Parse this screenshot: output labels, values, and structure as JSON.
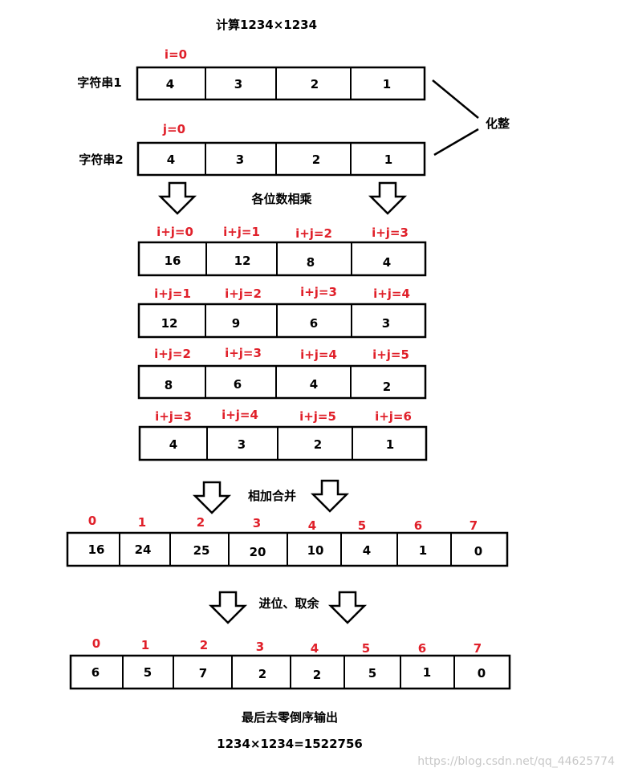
{
  "title": "计算1234×1234",
  "strings": [
    {
      "label": "字符串1",
      "index_label": "i=0",
      "cells": [
        "4",
        "3",
        "2",
        "1"
      ]
    },
    {
      "label": "字符串2",
      "index_label": "j=0",
      "cells": [
        "4",
        "3",
        "2",
        "1"
      ]
    }
  ],
  "convert_label": "化整",
  "step1_label": "各位数相乘",
  "products": [
    {
      "labels": [
        "i+j=0",
        "i+j=1",
        "i+j=2",
        "i+j=3"
      ],
      "cells": [
        "16",
        "12",
        "8",
        "4"
      ]
    },
    {
      "labels": [
        "i+j=1",
        "i+j=2",
        "i+j=3",
        "i+j=4"
      ],
      "cells": [
        "12",
        "9",
        "6",
        "3"
      ]
    },
    {
      "labels": [
        "i+j=2",
        "i+j=3",
        "i+j=4",
        "i+j=5"
      ],
      "cells": [
        "8",
        "6",
        "4",
        "2"
      ]
    },
    {
      "labels": [
        "i+j=3",
        "i+j=4",
        "i+j=5",
        "i+j=6"
      ],
      "cells": [
        "4",
        "3",
        "2",
        "1"
      ]
    }
  ],
  "step2_label": "相加合并",
  "merged": {
    "indices": [
      "0",
      "1",
      "2",
      "3",
      "4",
      "5",
      "6",
      "7"
    ],
    "cells": [
      "16",
      "24",
      "25",
      "20",
      "10",
      "4",
      "1",
      "0"
    ]
  },
  "step3_label": "进位、取余",
  "carried": {
    "indices": [
      "0",
      "1",
      "2",
      "3",
      "4",
      "5",
      "6",
      "7"
    ],
    "cells": [
      "6",
      "5",
      "7",
      "2",
      "2",
      "5",
      "1",
      "0"
    ]
  },
  "final_label": "最后去零倒序输出",
  "result": "1234×1234=1522756",
  "watermark": "https://blog.csdn.net/qq_44625774"
}
